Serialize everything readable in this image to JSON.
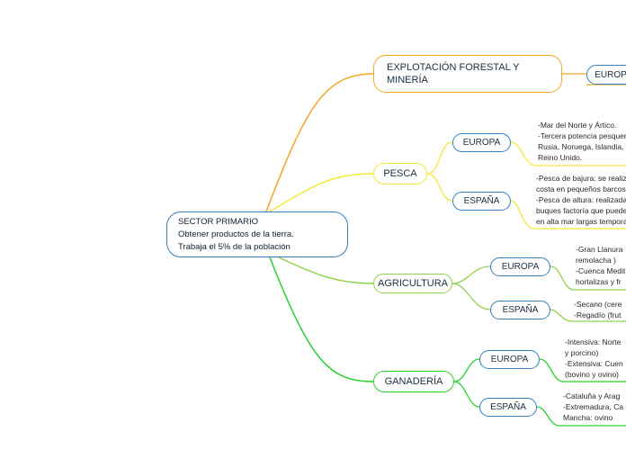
{
  "colors": {
    "root_border": "#2f80c2",
    "mineria": "#f5a623",
    "pesca": "#f3ea3c",
    "agricultura": "#8fd34a",
    "ganaderia": "#27d32a",
    "europe_node": "#2f80c2"
  },
  "root": {
    "line1": "SECTOR PRIMARIO",
    "line2": "Obtener productos de la tierra.",
    "line3": "Trabaja el 5% de la población"
  },
  "branches": {
    "mineria": {
      "label_line1": "EXPLOTACIÓN FORESTAL Y",
      "label_line2": "MINERÍA",
      "europa": "EUROPA"
    },
    "pesca": {
      "label": "PESCA",
      "europa": "EUROPA",
      "espana": "ESPAÑA",
      "europa_note": "-Mar del Norte y Ártico.\n-Tercera potencia pesquera.\nRusia, Noruega, Islandia,\nReino Unido.",
      "espana_note": "-Pesca de bajura: se realiza\ncosta en pequeños barcos.\n-Pesca de altura: realizada\nbuques factoría que pueden\nen alta mar largas temporadas."
    },
    "agricultura": {
      "label": "AGRICULTURA",
      "europa": "EUROPA",
      "espana": "ESPAÑA",
      "europa_note": "-Gran Llanura\nremolacha )\n-Cuenca Medit\nhortalizas y fr",
      "espana_note": "-Secano (cere\n-Regadío (frut"
    },
    "ganaderia": {
      "label": "GANADERÍA",
      "europa": "EUROPA",
      "espana": "ESPAÑA",
      "europa_note": "-Intensiva: Norte\ny porcino)\n-Extensiva: Cuen\n(bovino y ovino)",
      "espana_note": "-Cataluña y Arag\n-Extremadura, Ca\nMancha: ovino"
    }
  }
}
